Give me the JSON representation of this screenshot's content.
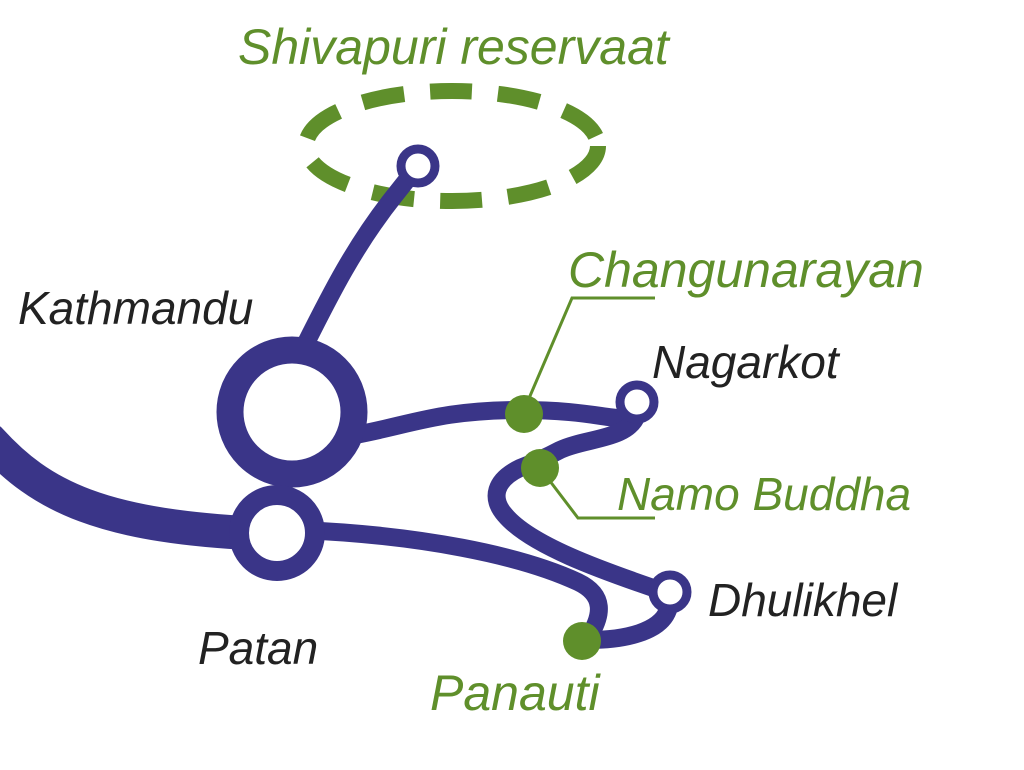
{
  "colors": {
    "route": "#3a3588",
    "green": "#5f8f2b",
    "dark_text": "#222222",
    "station_fill": "#ffffff"
  },
  "labels": {
    "shivapuri": "Shivapuri reservaat",
    "kathmandu": "Kathmandu",
    "changunarayan": "Changunarayan",
    "nagarkot": "Nagarkot",
    "namo_buddha": "Namo Buddha",
    "dhulikhel": "Dhulikhel",
    "patan": "Patan",
    "panauti": "Panauti"
  },
  "icons": {
    "major_station": "ring-circle",
    "minor_station": "small-ring",
    "point_of_interest": "green-dot",
    "reserve_area": "dashed-ellipse"
  }
}
